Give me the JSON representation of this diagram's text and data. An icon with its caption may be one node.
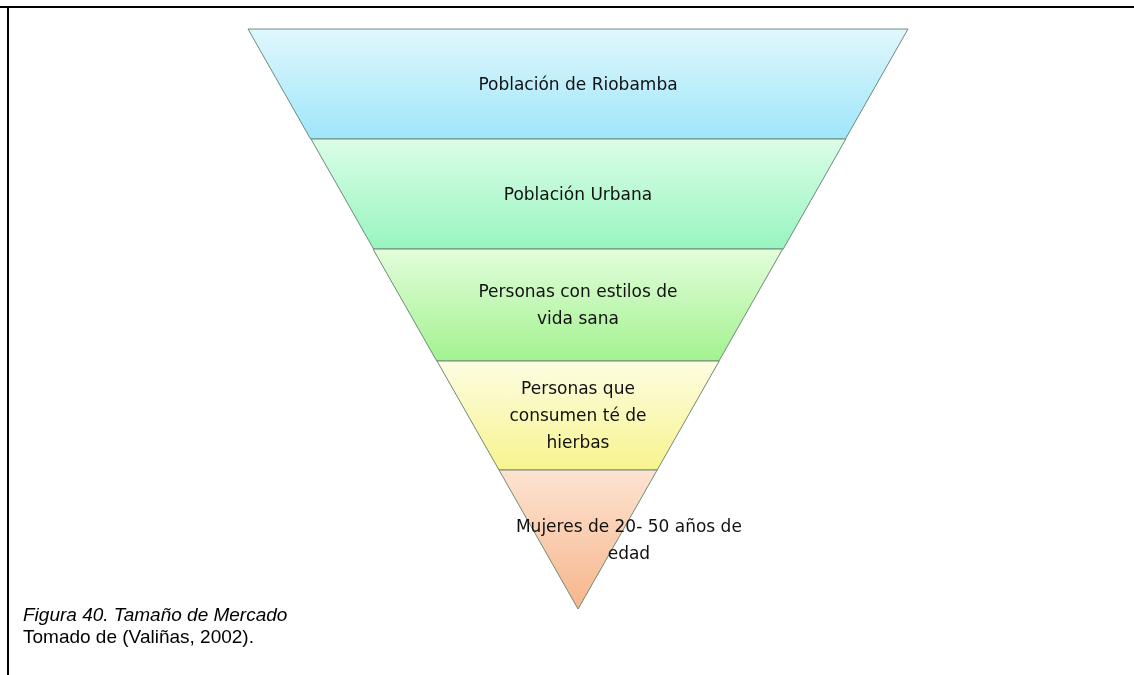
{
  "diagram": {
    "caption": "Figura 40. Tamaño de Mercado",
    "nodes": [
      {
        "text": [
          "Población de Riobamba"
        ]
      },
      {
        "text": [
          "Población Urbana"
        ]
      },
      {
        "text": [
          "Personas con estilos de vida sana"
        ]
      },
      {
        "text": [
          "Personas que consumen té de hierbas"
        ]
      },
      {
        "text": [
          "Mujeres de 20- 50 años de edad"
        ]
      }
    ],
    "labels": [
      "Tomado de (Valiñas, 2002)."
    ]
  }
}
